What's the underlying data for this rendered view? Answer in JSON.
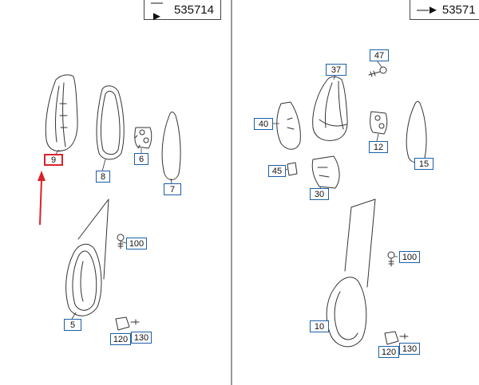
{
  "refs": {
    "left": "535714",
    "right": "53571"
  },
  "callouts": {
    "c9": "9",
    "c8": "8",
    "c6": "6",
    "c7": "7",
    "c5": "5",
    "c100a": "100",
    "c120a": "120",
    "c130a": "130",
    "c37": "37",
    "c47": "47",
    "c40": "40",
    "c12": "12",
    "c15": "15",
    "c45": "45",
    "c30": "30",
    "c10": "10",
    "c100b": "100",
    "c120b": "120",
    "c130b": "130"
  },
  "colors": {
    "highlight": "#d8222a",
    "callout_border": "#1b5fa8",
    "line": "#333333"
  }
}
